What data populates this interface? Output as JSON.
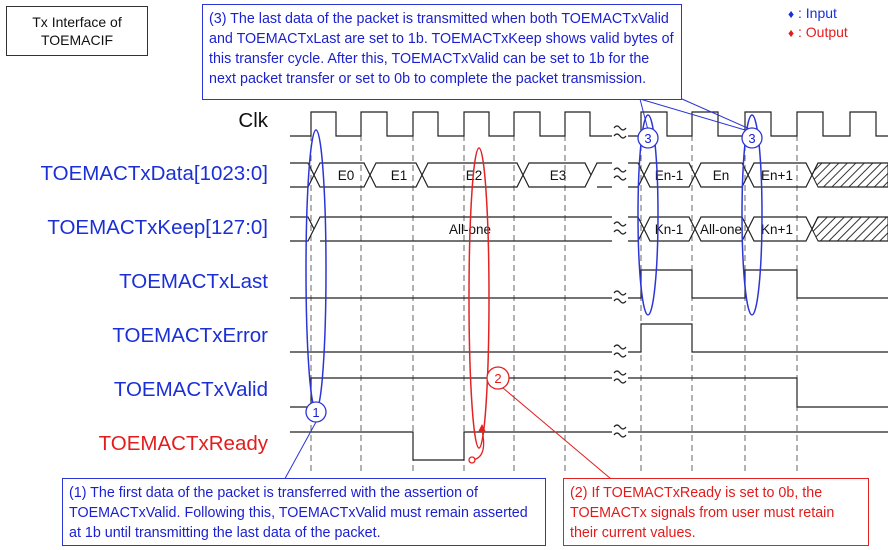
{
  "title_box": {
    "line1": "Tx Interface of",
    "line2": "TOEMACIF"
  },
  "legend": {
    "input_marker": "♦",
    "input_label": ": Input",
    "output_marker": "♦",
    "output_label": ": Output",
    "input_color": "#1b2fd6",
    "output_color": "#e31d1d"
  },
  "signals": {
    "clk": "Clk",
    "data": "TOEMACTxData[1023:0]",
    "keep": "TOEMACTxKeep[127:0]",
    "last": "TOEMACTxLast",
    "error": "TOEMACTxError",
    "valid": "TOEMACTxValid",
    "ready": "TOEMACTxReady"
  },
  "bus_values": {
    "data": [
      "E0",
      "E1",
      "E2",
      "E3",
      "En-1",
      "En",
      "En+1"
    ],
    "keep": [
      "All-one",
      "Kn-1",
      "All-one",
      "Kn+1"
    ]
  },
  "markers": {
    "m1": "1",
    "m2": "2",
    "m3a": "3",
    "m3b": "3"
  },
  "notes": {
    "note3": "(3) The last data of the packet is transmitted when both TOEMACTxValid and TOEMACTxLast are set to 1b. TOEMACTxKeep shows valid bytes of this transfer cycle. After this, TOEMACTxValid can be set to 1b for the next packet transfer or set to 0b to complete the packet transmission.",
    "note1": "(1) The first data of the packet is transferred with the assertion of TOEMACTxValid. Following this, TOEMACTxValid must remain asserted at 1b until transmitting the last data of the packet.",
    "note2": "(2) If TOEMACTxReady is set to 0b, the TOEMACTx signals from user must retain their current values."
  },
  "colors": {
    "blue": "#1b2fd6",
    "red": "#e31d1d"
  }
}
